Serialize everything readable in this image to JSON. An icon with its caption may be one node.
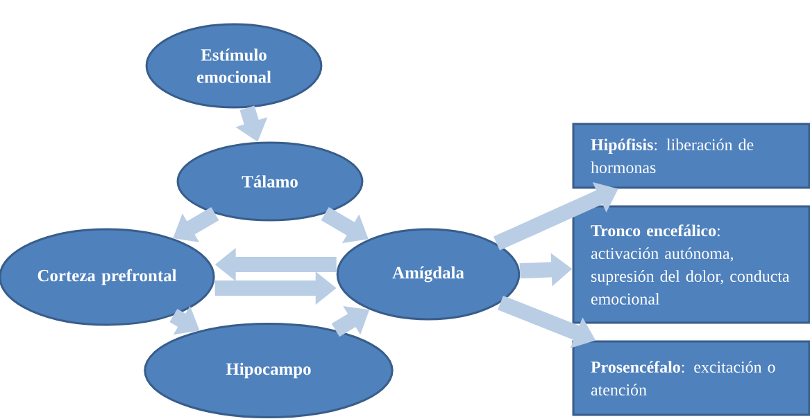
{
  "diagram": {
    "nodes": [
      {
        "text": [
          "Estímulo emocional"
        ]
      },
      {
        "text": [
          "Tálamo"
        ]
      },
      {
        "text": [
          "Corteza prefrontal"
        ]
      },
      {
        "text": [
          "Amígdala"
        ]
      },
      {
        "text": [
          "Hipocampo"
        ]
      },
      {
        "text": [
          "**Hipófisis**: liberación de hormonas"
        ]
      },
      {
        "text": [
          "**Tronco encefálico**: activación autónoma, supresión del dolor, conducta emocional"
        ]
      },
      {
        "text": [
          "**Prosencéfalo**: excitación o atención"
        ]
      }
    ],
    "edges": [
      {
        "from": 0,
        "to": 1,
        "arrow": "to"
      },
      {
        "from": 1,
        "to": 2,
        "arrow": "to"
      },
      {
        "from": 1,
        "to": 3,
        "arrow": "to"
      },
      {
        "from": 3,
        "to": 2,
        "arrow": "to"
      },
      {
        "from": 2,
        "to": 3,
        "arrow": "to"
      },
      {
        "from": 2,
        "to": 4,
        "arrow": "to"
      },
      {
        "from": 4,
        "to": 3,
        "arrow": "to"
      },
      {
        "from": 3,
        "to": 5,
        "arrow": "to"
      },
      {
        "from": 3,
        "to": 6,
        "arrow": "to"
      },
      {
        "from": 3,
        "to": 7,
        "arrow": "to"
      }
    ]
  }
}
